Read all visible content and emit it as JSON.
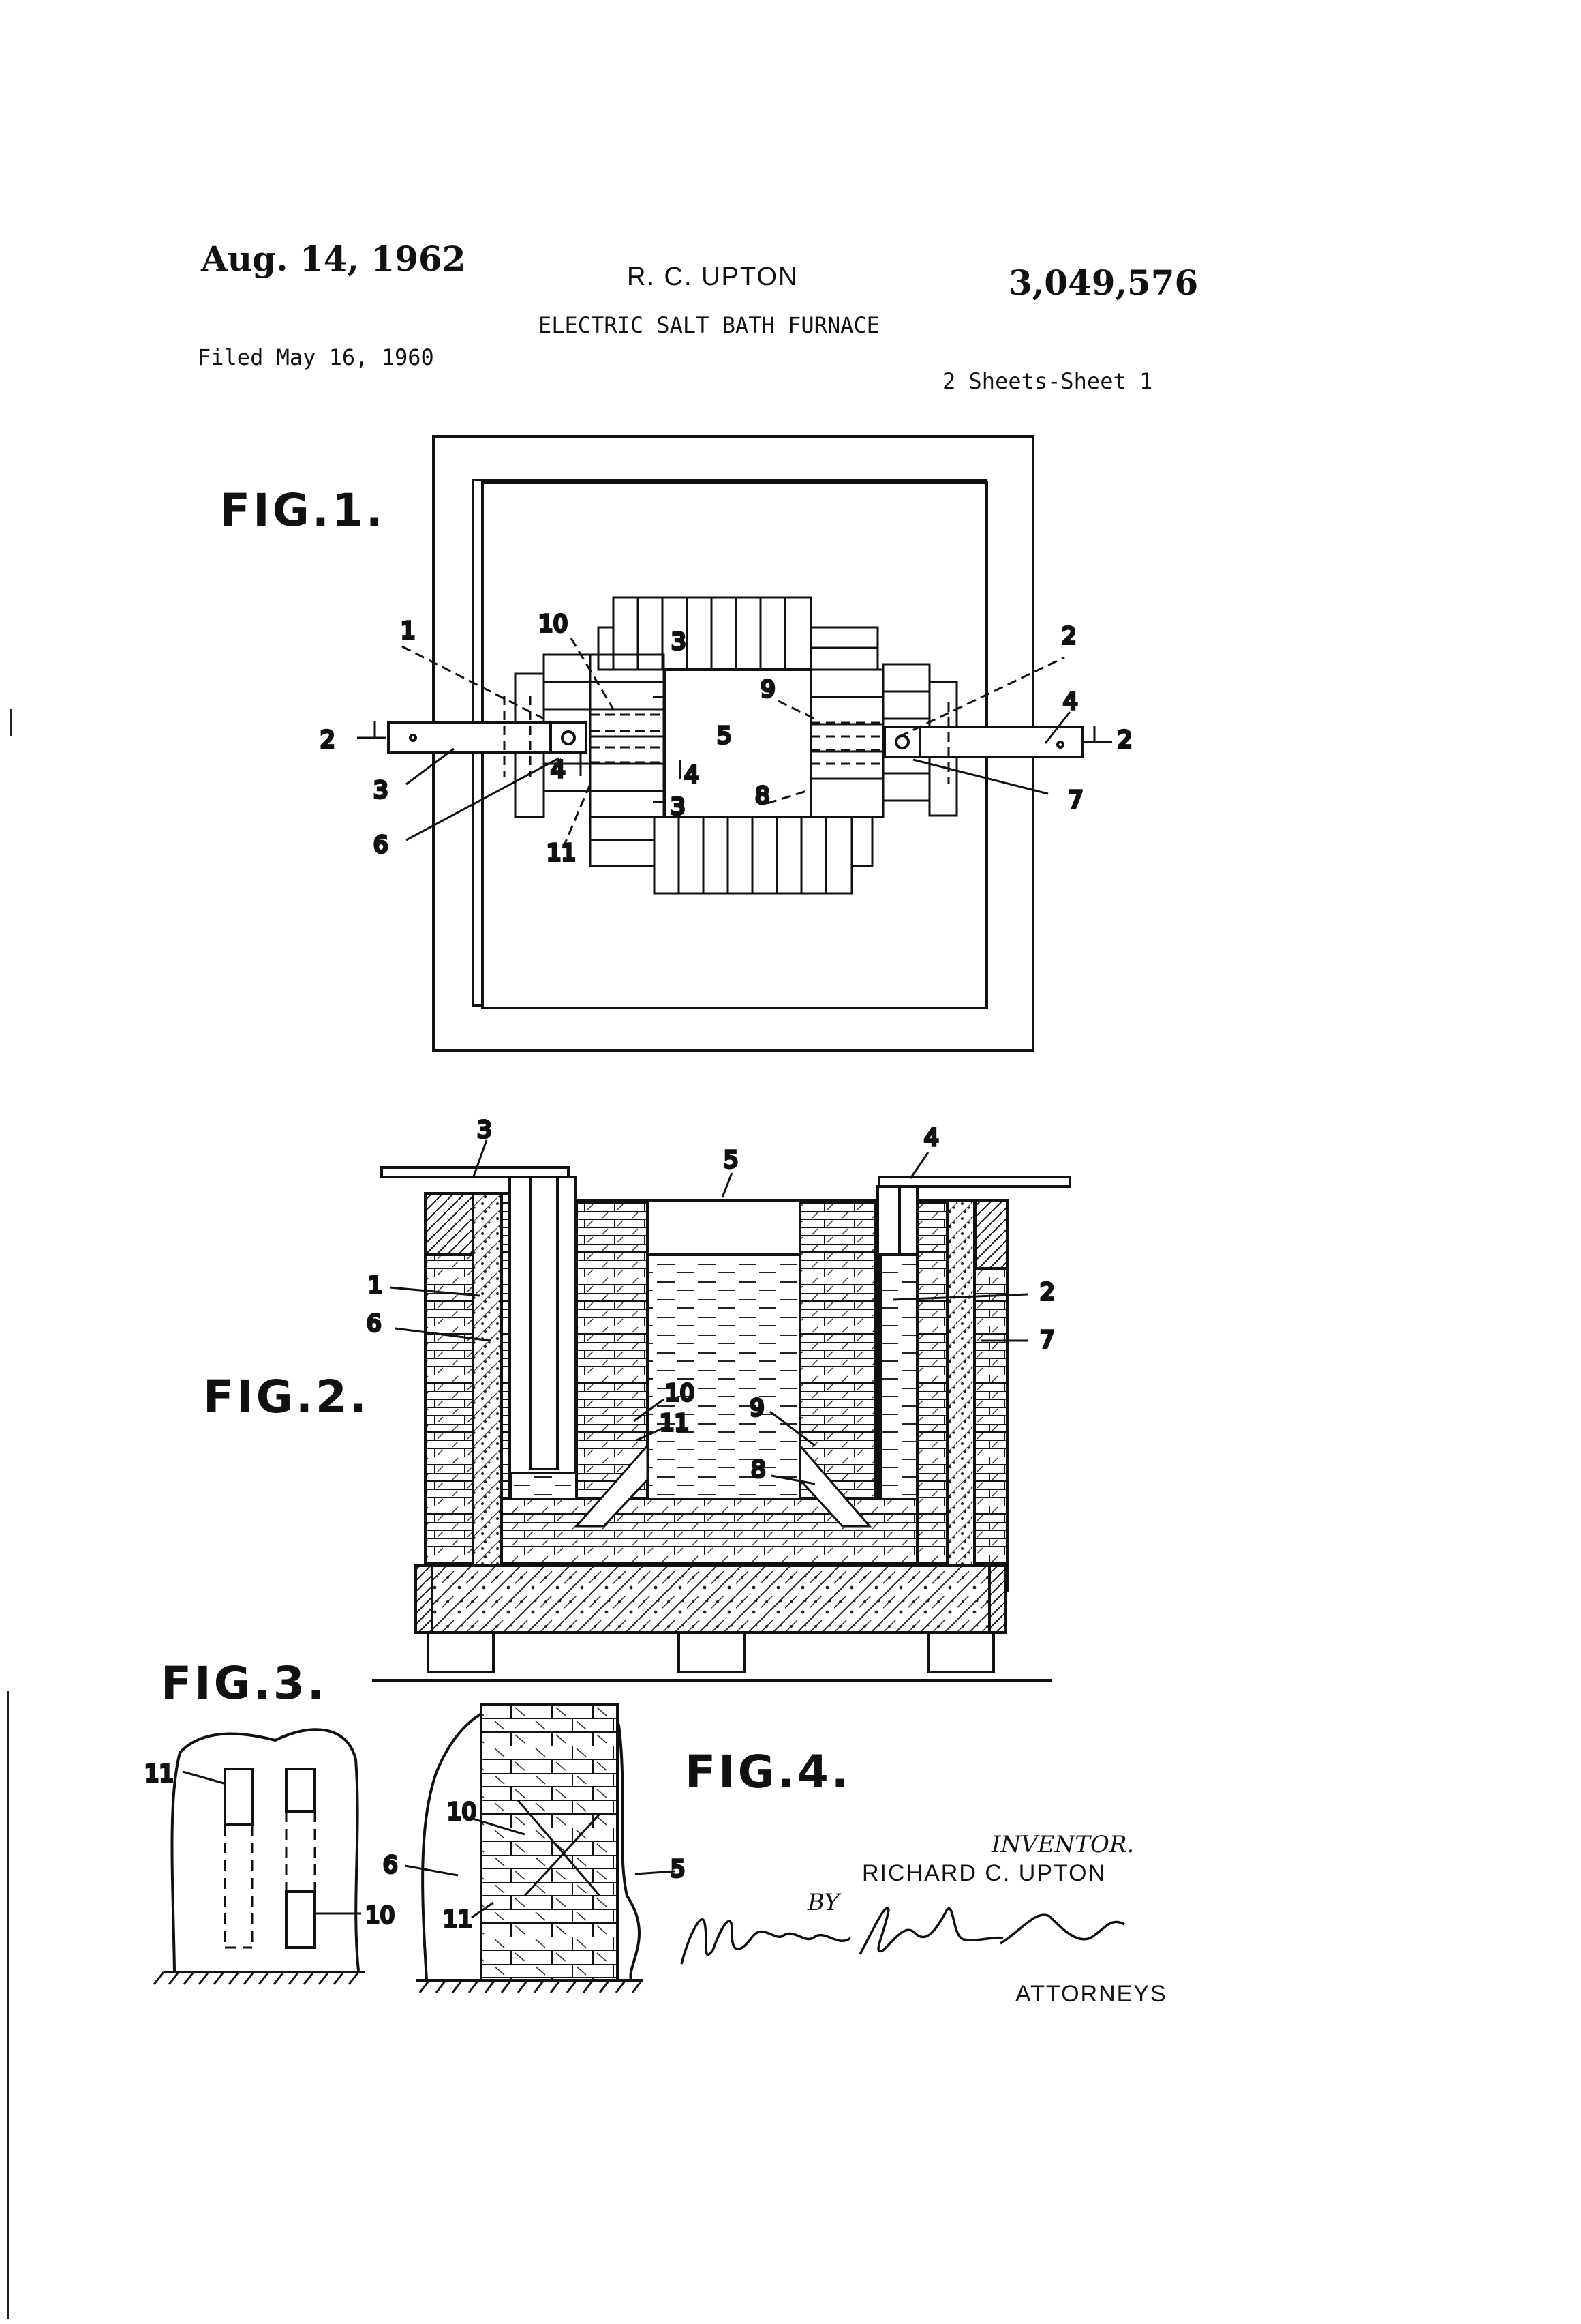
{
  "header": {
    "date": "Aug. 14, 1962",
    "inventor_short": "R. C. UPTON",
    "patent_number": "3,049,576",
    "title": "ELECTRIC SALT BATH FURNACE",
    "filed": "Filed May 16, 1960",
    "sheets": "2 Sheets-Sheet 1"
  },
  "figures": {
    "fig1": "FIG.1.",
    "fig2": "FIG.2.",
    "fig3": "FIG.3.",
    "fig4": "FIG.4."
  },
  "refs": {
    "n1": "1",
    "n2": "2",
    "n3": "3",
    "n4": "4",
    "n5": "5",
    "n6": "6",
    "n7": "7",
    "n8": "8",
    "n9": "9",
    "n10": "10",
    "n11": "11"
  },
  "footer": {
    "inventor_label": "INVENTOR.",
    "inventor_name": "RICHARD C. UPTON",
    "by": "BY",
    "attorneys": "ATTORNEYS"
  }
}
